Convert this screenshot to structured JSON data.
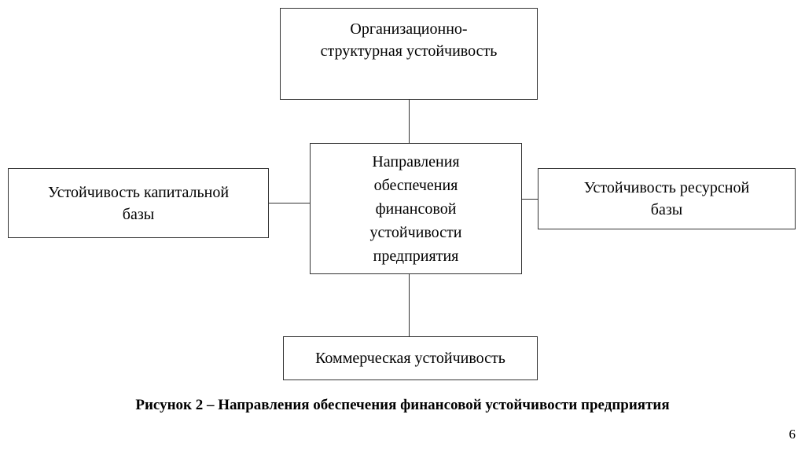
{
  "diagram": {
    "top": {
      "label": "Организационно-\nструктурная устойчивость"
    },
    "center": {
      "label": "Направления\nобеспечения\nфинансовой\nустойчивости\nпредприятия"
    },
    "left": {
      "label": "Устойчивость капитальной\nбазы"
    },
    "right": {
      "label": "Устойчивость ресурсной\nбазы"
    },
    "bottom": {
      "label": "Коммерческая устойчивость"
    }
  },
  "caption": "Рисунок 2 – Направления обеспечения финансовой устойчивости предприятия",
  "page_number": "6",
  "colors": {
    "background": "#ffffff",
    "border": "#333333",
    "text": "#000000"
  }
}
